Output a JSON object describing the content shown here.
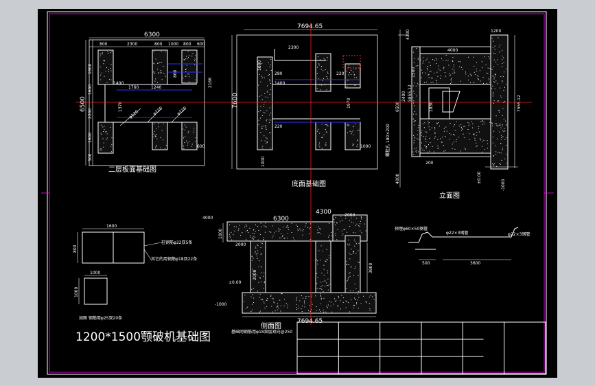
{
  "colors": {
    "background": "#000000",
    "outer_frame": "#ffffff",
    "inner_frame": "#ff00ff",
    "axis": "#ff2020",
    "hidden": "#3030ff",
    "lines": "#ffffff"
  },
  "drawing_title": "1200*1500颚破机基础图",
  "views": {
    "second_floor": {
      "title": "二层板面基础图",
      "dim_top": "6300",
      "dim_segments": [
        "800",
        "2300",
        "800",
        "1000",
        "800",
        "600"
      ],
      "dim_left": "6500",
      "dim_left_parts": [
        "1600",
        "1600",
        "2200",
        "1600",
        "500"
      ],
      "inner_a": "1760",
      "inner_b": "1240",
      "inner_c": "1400",
      "inner_d": "1370",
      "note_a": "φ120",
      "note_b": "φ120",
      "note_c": "φ120",
      "side": "2166",
      "side_b": "800",
      "side_c": "600"
    },
    "bottom": {
      "title": "底面基础图",
      "dim_top": "7694.65",
      "dim_seg": "2300",
      "dim_left": "7600",
      "dim_1400": "1400",
      "dim_280": "280",
      "dim_220": "220",
      "dim_220b": "220",
      "dim_1970": "1970",
      "dim_1000": "1000",
      "dim_1000b": "1000",
      "dim_1000c": "1000"
    },
    "elevation": {
      "title": "立面图",
      "dim_4300": "4300",
      "dim_4000": "4000",
      "dim_1200": "1200",
      "dim_6500": "6500",
      "dim_2400": "2400",
      "dim_7555": "7555.12",
      "dim_5855": "5855.12",
      "dim_1500": "1500",
      "dim_1830": "1830",
      "dim_200": "200",
      "dim_4000b": "4000",
      "lvl_zero": "±0.00",
      "lvl_minus": "-1000",
      "note": "螺栓孔 180×200"
    },
    "side": {
      "title": "侧面图",
      "dim_4000": "4000",
      "dim_6300": "6300",
      "dim_4300": "4300",
      "dim_2000": "2000",
      "dim_1000": "1000",
      "dim_2000b": "2000",
      "dim_2000c": "2000",
      "dim_3800": "3800",
      "dim_bottom": "7694.65",
      "lvl_zero": "±0.00",
      "lvl_minus": "-1000",
      "note": "基础网钢筋用φ18双层双向@250"
    },
    "section_a": {
      "dim_w": "1600",
      "dim_h": "800",
      "note1": "柱钢筋φ22双5条",
      "note2": "其它的用钢筋φ18双22条"
    },
    "section_b": {
      "dim_w": "1000",
      "dim_h": "1000",
      "note": "如图  钢筋用φ25双20条"
    },
    "detail": {
      "dim_500": "500",
      "dim_3600": "3600",
      "note1": "预埋φ60×50钢管",
      "note2": "φ22×3钢管",
      "note3": "φ22×3钢管"
    }
  },
  "title_block_rows": 3,
  "title_block_cols": 6
}
